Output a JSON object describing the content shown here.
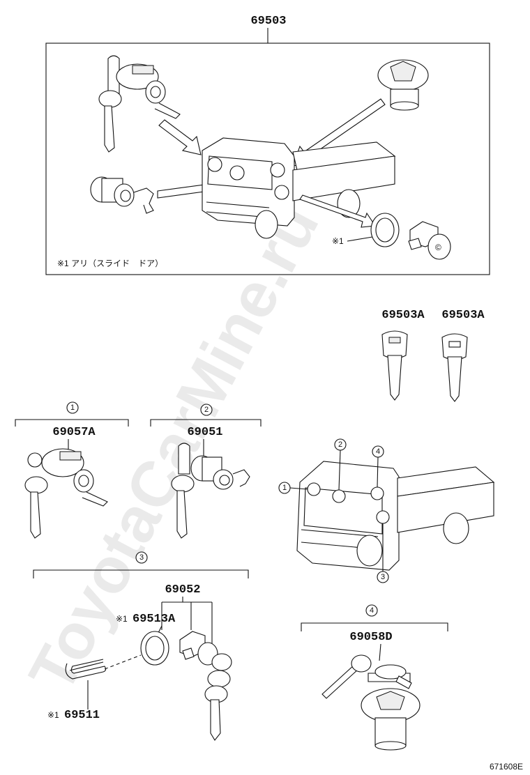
{
  "diagram": {
    "main_part_number": "69503",
    "box_note": "※1 アリ（スライド　ドア）",
    "note_marker_main": "※1",
    "key_labels": [
      "69503A",
      "69503A"
    ],
    "groups": [
      {
        "index": "1",
        "part": "69057A"
      },
      {
        "index": "2",
        "part": "69051"
      },
      {
        "index": "3",
        "part": "69052"
      },
      {
        "index": "4",
        "part": "69058D"
      }
    ],
    "sub_parts": [
      {
        "marker": "※1",
        "part": "69513A"
      },
      {
        "marker": "※1",
        "part": "69511"
      }
    ],
    "truck_callouts": [
      "1",
      "2",
      "4",
      "3"
    ],
    "watermark": "ToyotaCarMine.ru",
    "figure_code": "671608E"
  }
}
